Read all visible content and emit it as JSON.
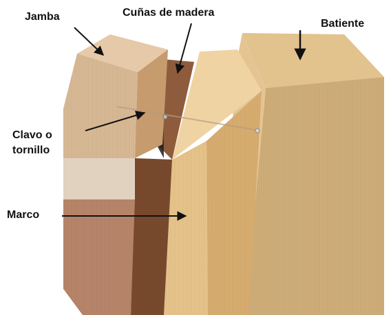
{
  "labels": {
    "jamba": "Jamba",
    "cunas": "Cuñas de madera",
    "batiente": "Batiente",
    "clavo_line1": "Clavo o",
    "clavo_line2": "tornillo",
    "marco": "Marco"
  },
  "colors": {
    "jamba_top": "#e6c9a8",
    "jamba_front": "#d9b995",
    "jamba_side": "#c69b6e",
    "jamba_lower": "#b8856a",
    "wedge": "#8e5c3c",
    "wedge_dark": "#6c4228",
    "marco_top": "#f0d3a2",
    "marco_front": "#e7c48a",
    "marco_side": "#d9ad70",
    "batiente_top": "#e2c28d",
    "batiente_front": "#cfae79",
    "arrow": "#111111"
  }
}
